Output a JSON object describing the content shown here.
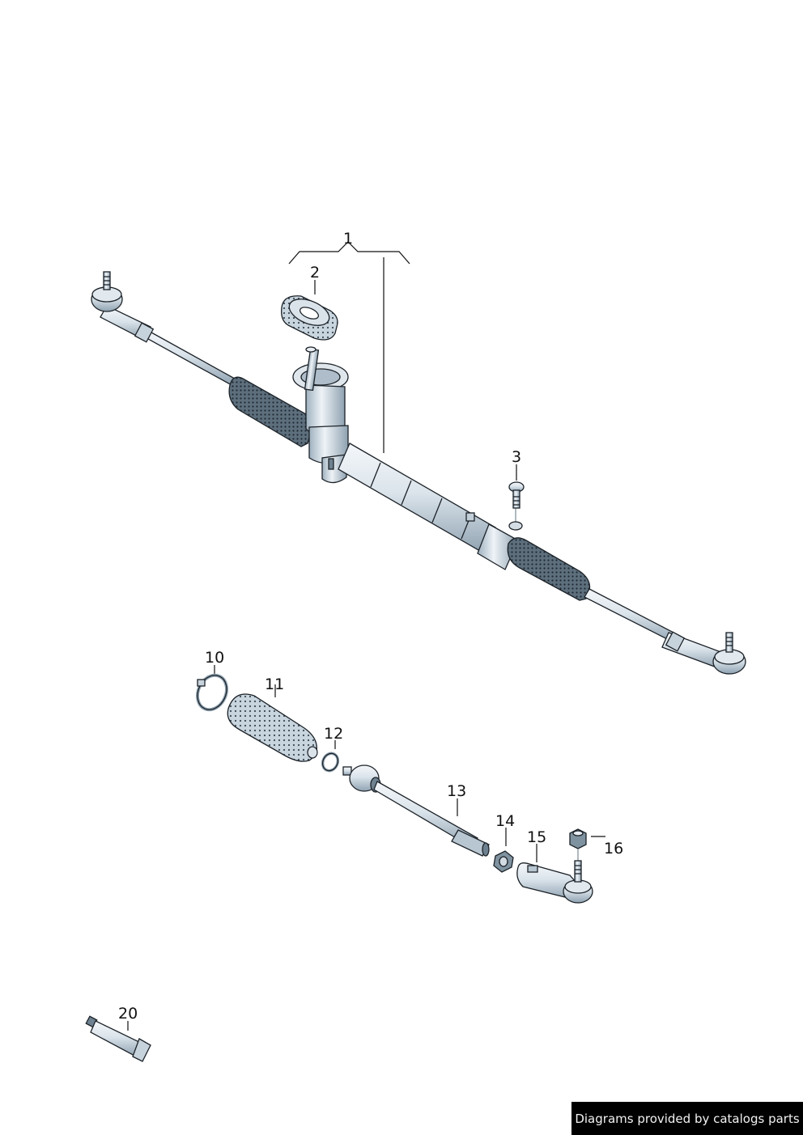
{
  "diagram": {
    "subject": "steering rack assembly exploded view",
    "callouts": [
      {
        "id": "1",
        "label": "1",
        "part": "steering-rack"
      },
      {
        "id": "2",
        "label": "2",
        "part": "seal-grommet"
      },
      {
        "id": "3",
        "label": "3",
        "part": "bolt"
      },
      {
        "id": "10",
        "label": "10",
        "part": "clamp-large"
      },
      {
        "id": "11",
        "label": "11",
        "part": "boot-bellows"
      },
      {
        "id": "12",
        "label": "12",
        "part": "clamp-small"
      },
      {
        "id": "13",
        "label": "13",
        "part": "inner-tie-rod"
      },
      {
        "id": "14",
        "label": "14",
        "part": "lock-nut"
      },
      {
        "id": "15",
        "label": "15",
        "part": "tie-rod-end"
      },
      {
        "id": "16",
        "label": "16",
        "part": "self-locking-nut"
      },
      {
        "id": "20",
        "label": "20",
        "part": "grease-tube"
      }
    ],
    "colors": {
      "metal_light": "#e8eef3",
      "metal_mid": "#b9c7d2",
      "metal_dark": "#6e8190",
      "boot_dark": "#3d4a55",
      "outline": "#1c2228"
    }
  },
  "footer": {
    "credit": "Diagrams provided by catalogs parts"
  }
}
